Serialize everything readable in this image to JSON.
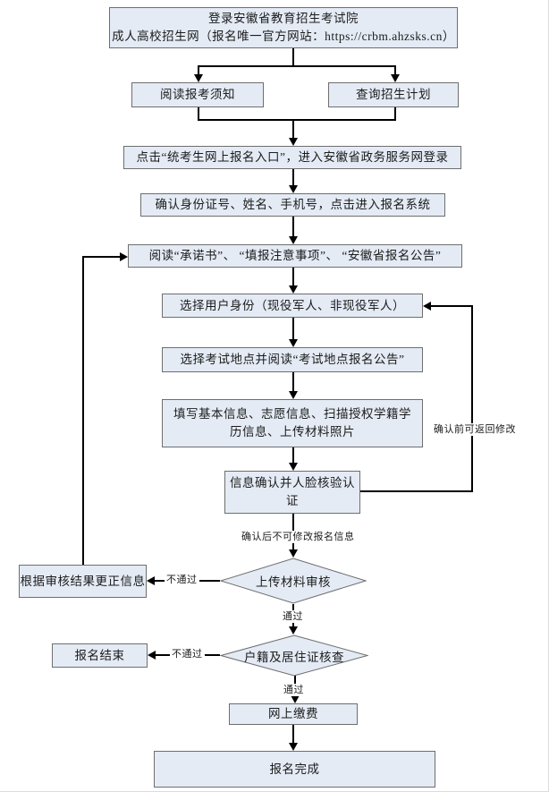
{
  "colors": {
    "box_fill": "#e4ebf5",
    "box_border": "#6e6e6e",
    "connector": "#000000",
    "background": "#ffffff"
  },
  "nodes": {
    "login": {
      "line1": "登录安徽省教育招生考试院",
      "line2": "成人高校招生网（报名唯一官方网站：https://crbm.ahzsks.cn）"
    },
    "read_notice": {
      "label": "阅读报考须知"
    },
    "query_plan": {
      "label": "查询招生计划"
    },
    "entry": {
      "label": "点击“统考生网上报名入口”，进入安徽省政务服务网登录"
    },
    "confirm_id": {
      "label": "确认身份证号、姓名、手机号，点击进入报名系统"
    },
    "read_docs": {
      "label": "阅读“承诺书”、 “填报注意事项”、 “安徽省报名公告”"
    },
    "select_identity": {
      "label": "选择用户身份（现役军人、非现役军人）"
    },
    "select_site": {
      "label": "选择考试地点并阅读“考试地点报名公告”"
    },
    "fill_info": {
      "label": "填写基本信息、志愿信息、扫描授权学籍学历信息、上传材料照片"
    },
    "confirm_face": {
      "label": "信息确认并人脸核验认证"
    },
    "material_review": {
      "label": "上传材料审核"
    },
    "correct_info": {
      "label": "根据审核结果更正信息"
    },
    "residence_check": {
      "label": "户籍及居住证核查"
    },
    "end": {
      "label": "报名结束"
    },
    "pay": {
      "label": "网上缴费"
    },
    "complete": {
      "label": "报名完成"
    }
  },
  "edge_labels": {
    "no_modify": "确认后不可修改报名信息",
    "can_return": "确认前可返回修改",
    "fail1": "不通过",
    "pass1": "通过",
    "fail2": "不通过",
    "pass2": "通过"
  }
}
